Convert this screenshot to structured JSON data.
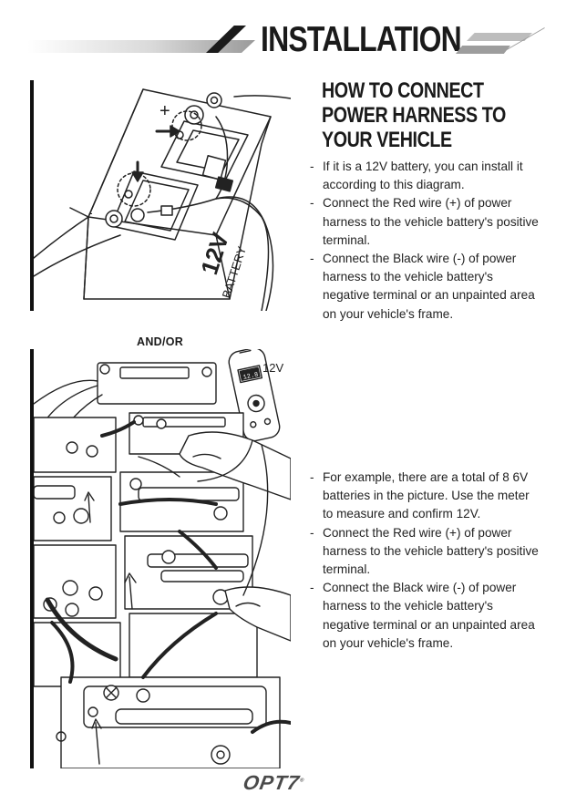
{
  "header": {
    "title": "INSTALLATION"
  },
  "section": {
    "title_lines": [
      "HOW TO CONNECT",
      "POWER HARNESS TO",
      "YOUR VEHICLE"
    ]
  },
  "instructions_12v": [
    "If it is a 12V battery, you can install it according to this diagram.",
    "Connect the Red wire (+) of power harness to the vehicle battery's positive terminal.",
    "Connect the Black wire (-) of power harness to the vehicle battery's negative terminal or an unpainted area on your vehicle's frame."
  ],
  "instructions_6v": [
    "For example, there are a total of 8 6V batteries in the picture. Use the meter to measure and confirm 12V.",
    "Connect the Red wire (+) of power harness to the vehicle battery's positive terminal.",
    "Connect the Black wire (-) of power harness to the vehicle battery's negative terminal or an unpainted area on your vehicle's frame."
  ],
  "figure1": {
    "battery_label_1": "12V",
    "battery_label_2": "BATTERY",
    "plus": "+",
    "minus": "-"
  },
  "figure2": {
    "separator": "AND/OR",
    "meter_label": "12V",
    "meter_reading": "12.8"
  },
  "footer": {
    "logo": "OPT7",
    "logo_mark": "®"
  }
}
